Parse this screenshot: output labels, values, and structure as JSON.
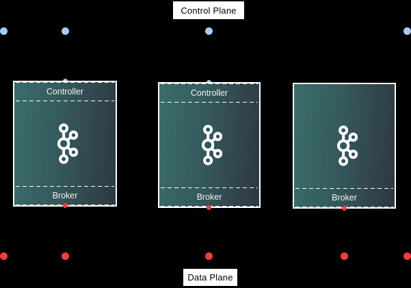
{
  "labels": {
    "control_plane": "Control Plane",
    "data_plane": "Data Plane"
  },
  "nodes": [
    {
      "controller": "Controller",
      "broker": "Broker"
    },
    {
      "controller": "Controller",
      "broker": "Broker"
    },
    {
      "broker": "Broker"
    }
  ],
  "icons": {
    "node_logo": "kafka-logo-icon",
    "top_points": "controller-connection-dot",
    "bottom_points": "broker-connection-dot"
  },
  "colors": {
    "background": "#000000",
    "controller_dot": "#a6cbf4",
    "broker_dot": "#fb3c3c",
    "node_gradient_start": "#3a6d6d",
    "node_gradient_end": "#2e3841",
    "node_border": "#ffffff",
    "lane_text": "#f2f2f2",
    "plane_label_bg": "#ffffff",
    "plane_label_text": "#000000"
  }
}
